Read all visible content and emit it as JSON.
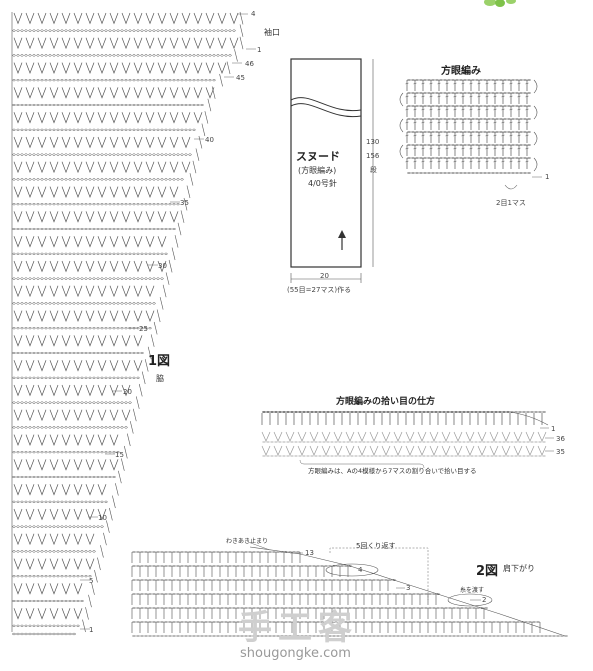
{
  "main_chart": {
    "edge_numbers": [
      "4",
      "1",
      "46",
      "45",
      "40",
      "35",
      "30",
      "25",
      "20",
      "15",
      "10",
      "5",
      "1"
    ],
    "label_sleeve": "袖口",
    "figure_title": "1図",
    "figure_sub": "脇"
  },
  "snood": {
    "title": "スヌード",
    "stitch": "(方眼編み)",
    "hook": "4/0号針",
    "height_a": "130",
    "height_b": "156",
    "height_unit": "段",
    "width": "20",
    "cast_on": "(55目=27マス)作る"
  },
  "mesh_sample": {
    "title": "方眼編み",
    "row_marker": "1",
    "repeat_note": "2目1マス"
  },
  "pickup": {
    "title": "方眼編みの拾い目の仕方",
    "row_a": "1",
    "row_b": "36",
    "row_c": "35",
    "note": "方眼編みは、Aの4模様から7マスの割り合いで拾い目する"
  },
  "shoulder": {
    "figure_title": "2図",
    "figure_sub": "肩下がり",
    "label_end": "わきあき止まり",
    "repeat": "5回くり返す",
    "row_13": "13",
    "row_4": "4",
    "row_3": "3",
    "row_2": "2",
    "label_turn": "糸を渡す"
  },
  "watermark": {
    "text_cn": "手工客",
    "text_url": "shougongke.com"
  }
}
